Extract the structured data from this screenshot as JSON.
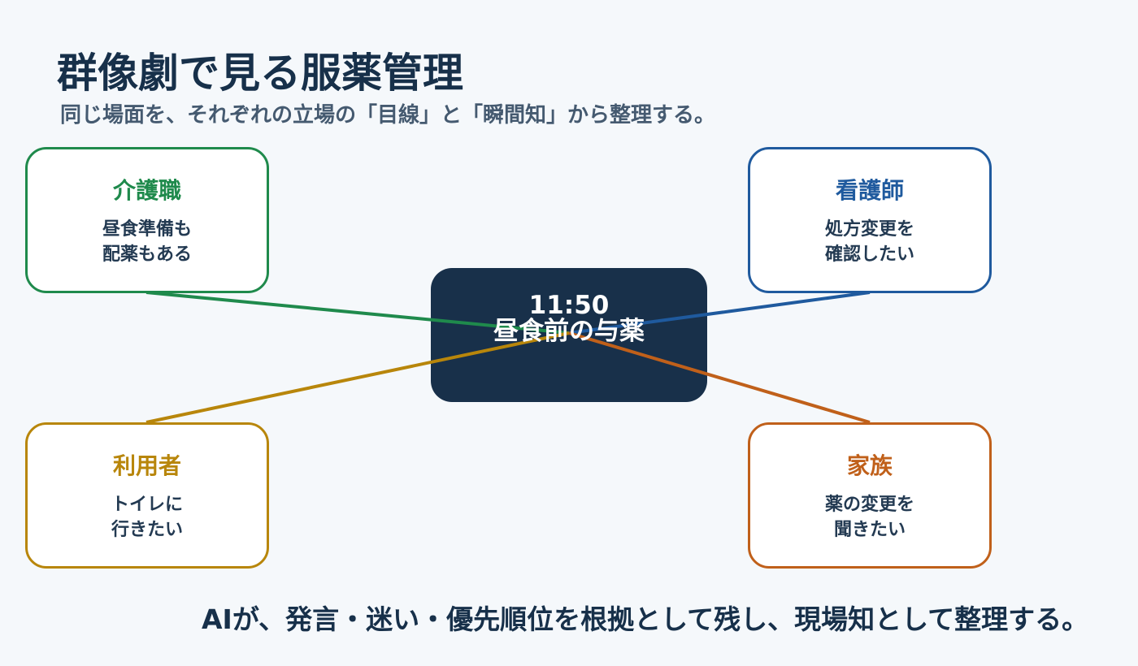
{
  "title": "群像劇で見る服薬管理",
  "subtitle": "同じ場面を、それぞれの立場の「目線」と「瞬間知」から整理する。",
  "center": {
    "time": "11:50",
    "event": "昼食前の与薬",
    "color": "#18304a"
  },
  "actors": [
    {
      "id": "caregiver",
      "role": "介護職",
      "need_lines": [
        "昼食準備も",
        "配薬もある"
      ],
      "color": "#1f8a4c"
    },
    {
      "id": "nurse",
      "role": "看護師",
      "need_lines": [
        "処方変更を",
        "確認したい"
      ],
      "color": "#1f5a9e"
    },
    {
      "id": "user",
      "role": "利用者",
      "need_lines": [
        "トイレに",
        "行きたい"
      ],
      "color": "#b8860b"
    },
    {
      "id": "family",
      "role": "家族",
      "need_lines": [
        "薬の変更を",
        "聞きたい"
      ],
      "color": "#c0601a"
    }
  ],
  "footer": "AIが、発言・迷い・優先順位を根拠として残し、現場知として整理する。"
}
